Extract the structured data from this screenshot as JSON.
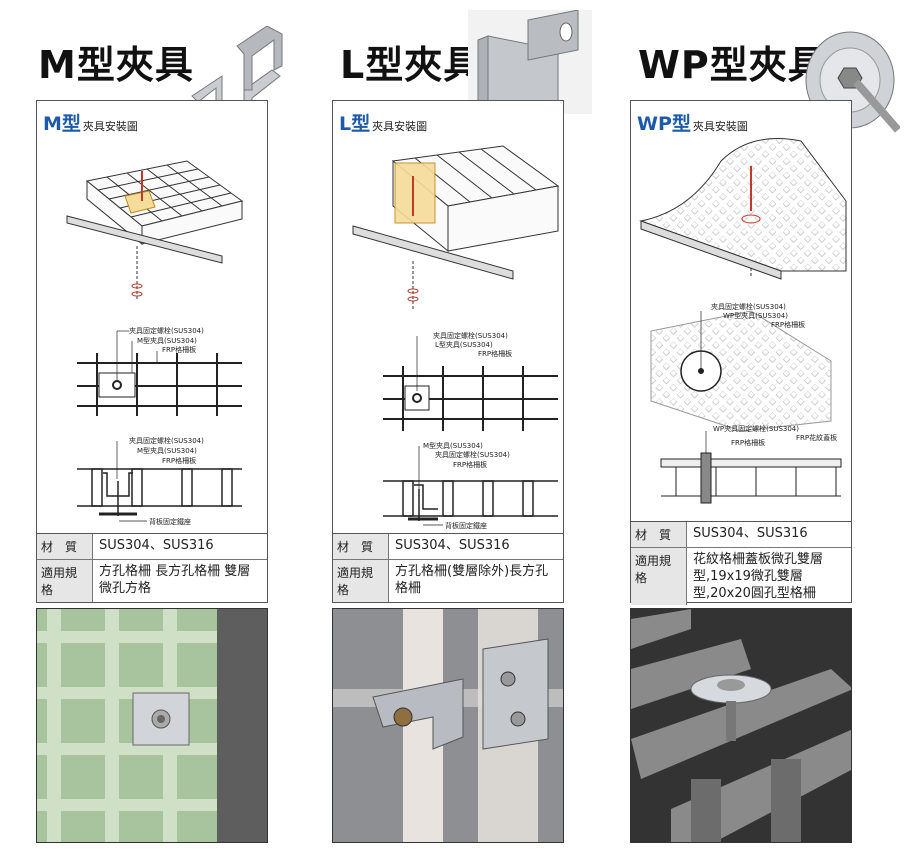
{
  "columns": [
    {
      "title": "M型夾具",
      "panel_big": "M型",
      "panel_small": "夾具安裝圖",
      "labels_top": [
        "夾具固定螺栓(SUS304)",
        "M型夾具(SUS304)",
        "FRP格柵板"
      ],
      "labels_bottom": [
        "夾具固定螺栓(SUS304)",
        "M型夾具(SUS304)",
        "FRP格柵板"
      ],
      "label_base": "背板固定鐵座",
      "spec_material_label": "材　質",
      "spec_material": "SUS304、SUS316",
      "spec_use_label": "適用規格",
      "spec_use": "方孔格柵 長方孔格柵 雙層微孔方格"
    },
    {
      "title": "L型夾具",
      "panel_big": "L型",
      "panel_small": "夾具安裝圖",
      "labels_top": [
        "夾具固定螺栓(SUS304)",
        "L型夾具(SUS304)",
        "FRP格柵板"
      ],
      "labels_bottom": [
        "M型夾具(SUS304)",
        "夾具固定螺栓(SUS304)",
        "FRP格柵板"
      ],
      "label_base": "背板固定鐵座",
      "spec_material_label": "材　質",
      "spec_material": "SUS304、SUS316",
      "spec_use_label": "適用規格",
      "spec_use": "方孔格柵(雙層除外)長方孔格柵"
    },
    {
      "title": "WP型夾具",
      "panel_big": "WP型",
      "panel_small": "夾具安裝圖",
      "labels_top": [
        "夾具固定螺栓(SUS304)",
        "WP型夾具(SUS304)",
        "FRP格柵板"
      ],
      "labels_bottom": [
        "WP夾具固定螺栓(SUS304)",
        "FRP格柵板",
        "FRP花紋蓋板"
      ],
      "spec_material_label": "材　質",
      "spec_material": "SUS304、SUS316",
      "spec_use_label": "適用規格",
      "spec_use": "花紋格柵蓋板微孔雙層型,19x19微孔雙層型,20x20圓孔型格柵"
    }
  ],
  "colors": {
    "accent": "#1e5aa8",
    "frp_green": "#9fbf98",
    "steel": "#b8bcc2"
  }
}
